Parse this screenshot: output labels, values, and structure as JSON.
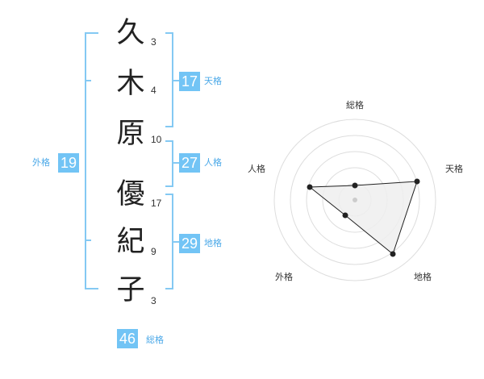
{
  "name": {
    "chars": [
      "久",
      "木",
      "原",
      "優",
      "紀",
      "子"
    ],
    "strokes": [
      "3",
      "4",
      "10",
      "17",
      "9",
      "3"
    ]
  },
  "fortune": {
    "tenkaku": {
      "value": "17",
      "label": "天格"
    },
    "jinkaku": {
      "value": "27",
      "label": "人格"
    },
    "chikaku": {
      "value": "29",
      "label": "地格"
    },
    "gaikaku": {
      "value": "19",
      "label": "外格"
    },
    "soukaku": {
      "value": "46",
      "label": "総格"
    }
  },
  "radar": {
    "labels": {
      "top": "総格",
      "upper_right": "天格",
      "lower_right": "地格",
      "lower_left": "外格",
      "upper_left": "人格"
    },
    "colors": {
      "ring": "#dddddd",
      "fill": "#efefef",
      "line": "#222222",
      "point": "#222222"
    }
  }
}
